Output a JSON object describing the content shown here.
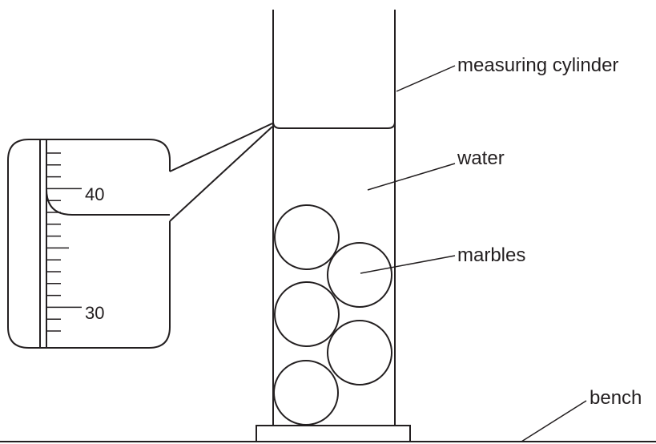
{
  "diagram": {
    "labels": {
      "measuring_cylinder": "measuring cylinder",
      "water": "water",
      "marbles": "marbles",
      "bench": "bench"
    },
    "magnified_scale": {
      "upper_value": "40",
      "lower_value": "30"
    }
  }
}
